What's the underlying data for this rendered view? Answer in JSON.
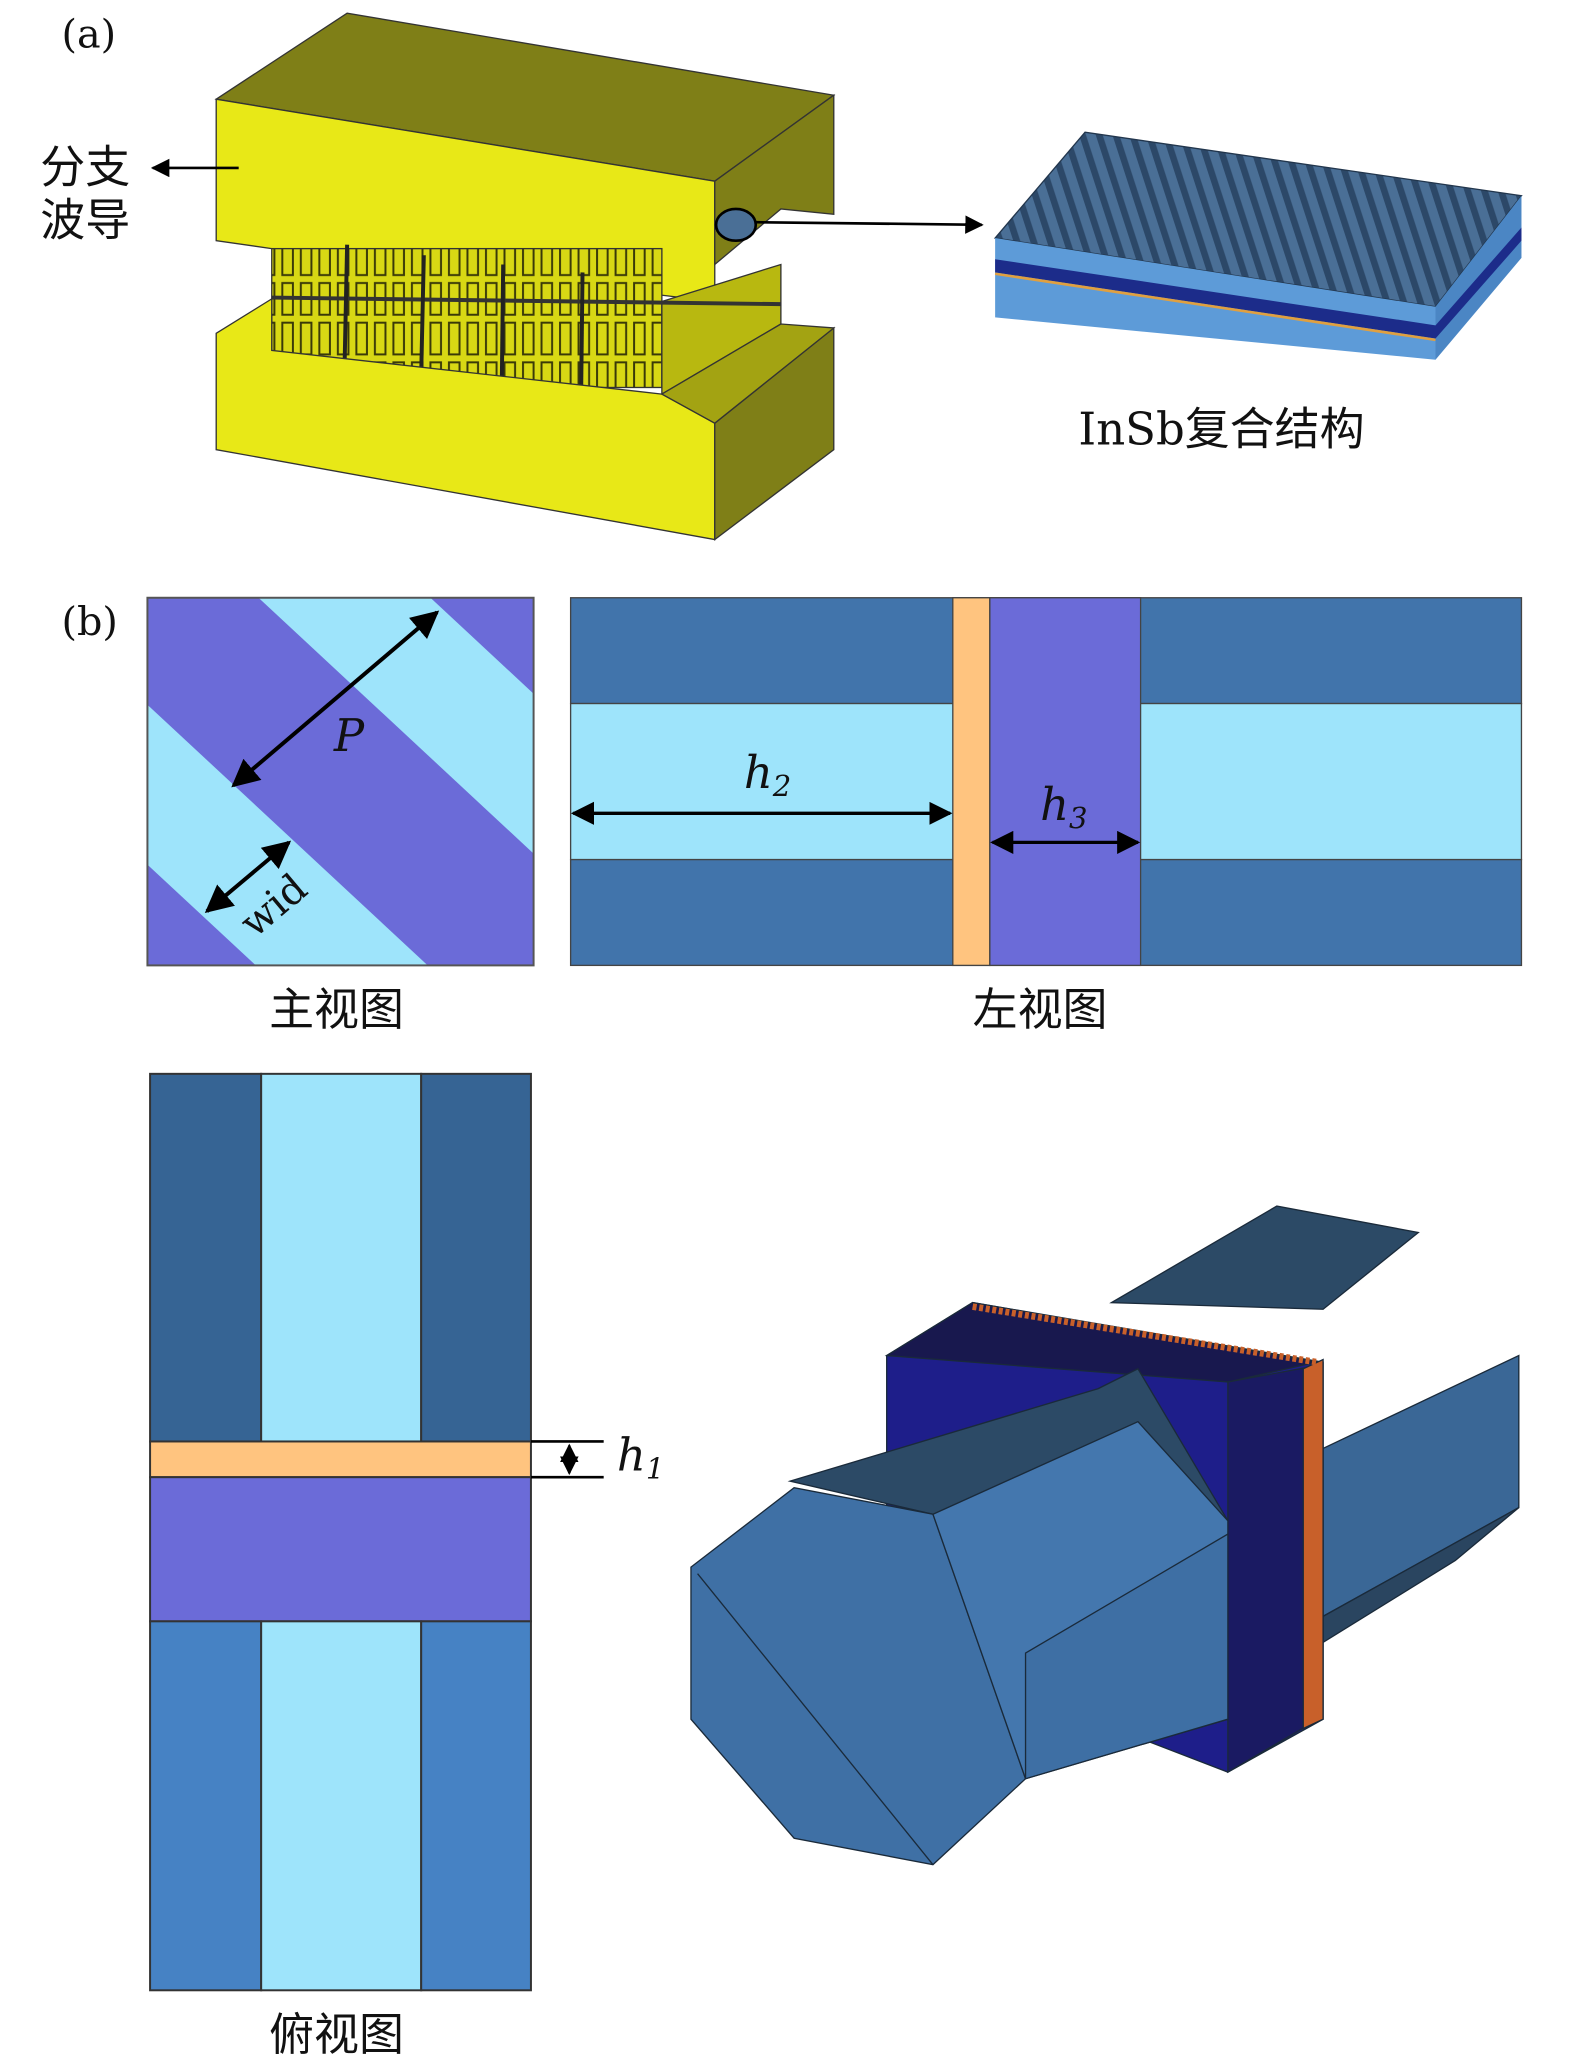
{
  "panel_a": {
    "label": "(a)",
    "branch_label_line1": "分支",
    "branch_label_line2": "波导",
    "inset_caption": "InSb复合结构"
  },
  "panel_b": {
    "label": "(b)",
    "front_view": {
      "caption": "主视图",
      "period_label": "P",
      "width_label": "wid"
    },
    "left_view": {
      "caption": "左视图",
      "h2_label": "h",
      "h2_sub": "2",
      "h3_label": "h",
      "h3_sub": "3"
    },
    "top_view": {
      "caption": "俯视图",
      "h1_label": "h",
      "h1_sub": "1"
    }
  },
  "colors": {
    "yellow": "#e8e817",
    "olive": "#7f7f17",
    "light_blue": "#9ee4fb",
    "purple": "#6b6bd8",
    "orange": "#ffc47f",
    "steel_blue": "#4174ab",
    "navy": "#1a1a70"
  }
}
